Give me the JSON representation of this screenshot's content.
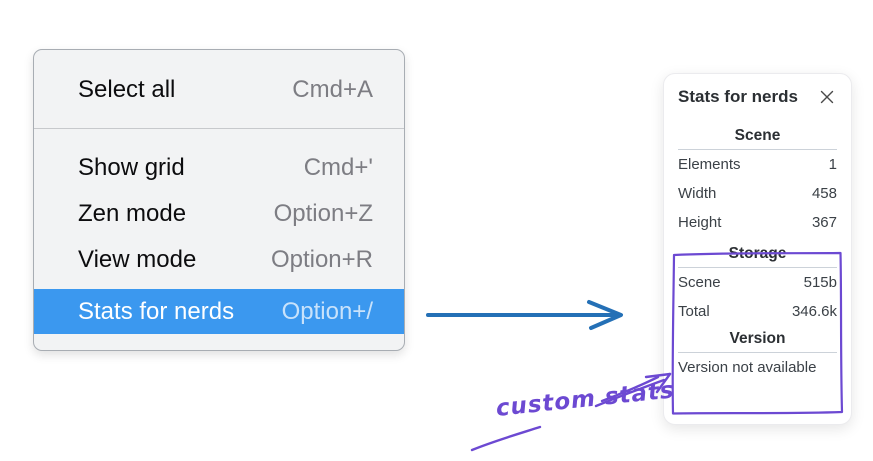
{
  "colors": {
    "menu-highlight": "#3b98ef",
    "arrow-blue": "#2470b6",
    "annotation-purple": "#6c49d2"
  },
  "menu": {
    "items": [
      {
        "label": "Select all",
        "shortcut": "Cmd+A"
      },
      {
        "label": "Show grid",
        "shortcut": "Cmd+'"
      },
      {
        "label": "Zen mode",
        "shortcut": "Option+Z"
      },
      {
        "label": "View mode",
        "shortcut": "Option+R"
      },
      {
        "label": "Stats for nerds",
        "shortcut": "Option+/"
      }
    ]
  },
  "stats_panel": {
    "title": "Stats for nerds",
    "scene": {
      "header": "Scene",
      "rows": [
        {
          "label": "Elements",
          "value": "1"
        },
        {
          "label": "Width",
          "value": "458"
        },
        {
          "label": "Height",
          "value": "367"
        }
      ]
    },
    "storage": {
      "header": "Storage",
      "rows": [
        {
          "label": "Scene",
          "value": "515b"
        },
        {
          "label": "Total",
          "value": "346.6k"
        }
      ]
    },
    "version": {
      "header": "Version",
      "note": "Version not available"
    }
  },
  "annotation": {
    "label": "custom stats"
  }
}
